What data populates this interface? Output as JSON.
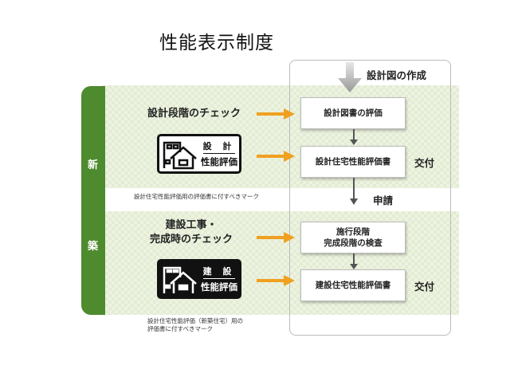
{
  "title": "性能表示制度",
  "sidebar": {
    "top": "新",
    "bottom": "築"
  },
  "flow": {
    "start": "設計図の作成",
    "steps": [
      "設計図書の評価",
      "設計住宅性能評価書",
      "施行段階\n完成段階の検査",
      "建設住宅性能評価書"
    ],
    "issue_label": "交付",
    "apply_label": "申請"
  },
  "design": {
    "check": "設計段階のチェック",
    "mark_top": "設 計",
    "mark_bottom": "性能評価",
    "caption": "設計住宅性能評価用の評価書に付すべきマーク"
  },
  "construction": {
    "check_line1": "建設工事・",
    "check_line2": "完成時のチェック",
    "mark_top": "建 設",
    "mark_bottom": "性能評価",
    "caption_line1": "設計住宅性能評価（新築住宅）用の",
    "caption_line2": "評価書に付すべきマーク"
  },
  "colors": {
    "green": "#4e8a2e",
    "band": "#e3ecd3",
    "orange": "#f0a020",
    "arrow_gray": "#555"
  }
}
